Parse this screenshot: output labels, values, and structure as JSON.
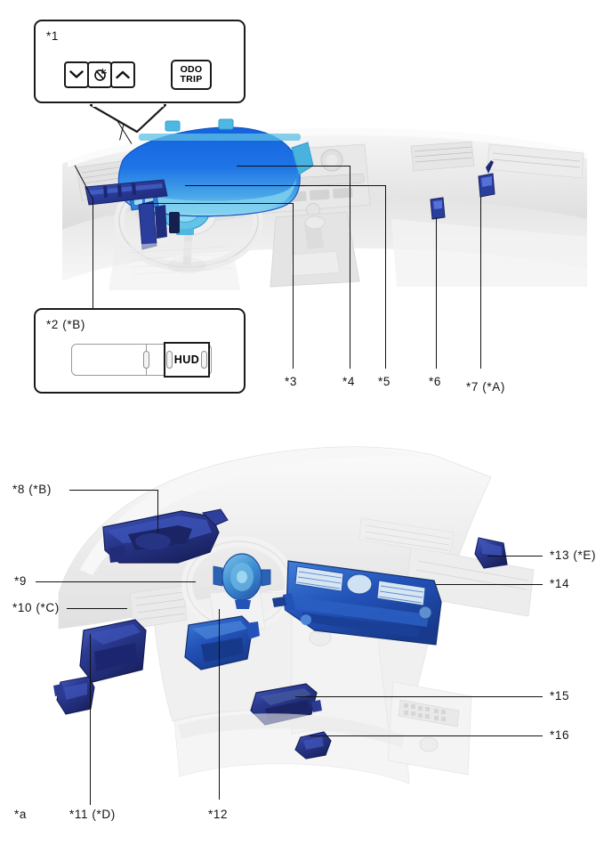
{
  "document": {
    "type": "automotive-service-diagram",
    "title": "Instrument panel component location diagram",
    "panels": 2
  },
  "colors": {
    "highlight_bright_blue": "#1d6fe0",
    "highlight_cyan": "#4fc3e8",
    "highlight_navy": "#2b3a8f",
    "highlight_mid_blue": "#2d56b5",
    "body_gray": "#e9e9e9",
    "outline": "#111111",
    "text": "#141414"
  },
  "callouts": [
    {
      "id": "callout-1",
      "tag": "*1",
      "kind": "meter-switch-detail",
      "buttons": [
        {
          "name": "down-arrow-button",
          "icon": "chevron-down-icon",
          "label": ""
        },
        {
          "name": "illumination-dimmer-button",
          "icon": "gauge-dimmer-icon",
          "label": ""
        },
        {
          "name": "up-arrow-button",
          "icon": "chevron-up-icon",
          "label": ""
        },
        {
          "name": "odo-trip-button",
          "icon": "",
          "label_line1": "ODO",
          "label_line2": "TRIP"
        }
      ]
    },
    {
      "id": "callout-2",
      "tag": "*2 (*B)",
      "kind": "hud-switch-detail",
      "switch_label": "HUD"
    }
  ],
  "panel_top": {
    "name": "instrument-panel-front-view",
    "labels": [
      {
        "id": "l3",
        "text": "*3"
      },
      {
        "id": "l4",
        "text": "*4"
      },
      {
        "id": "l5",
        "text": "*5"
      },
      {
        "id": "l6",
        "text": "*6"
      },
      {
        "id": "l7",
        "text": "*7 (*A)"
      }
    ]
  },
  "panel_bottom": {
    "name": "instrument-panel-exploded-view",
    "labels_left": [
      {
        "id": "l8",
        "text": "*8 (*B)"
      },
      {
        "id": "l9",
        "text": "*9"
      },
      {
        "id": "l10",
        "text": "*10 (*C)"
      }
    ],
    "labels_right": [
      {
        "id": "l13",
        "text": "*13 (*E)"
      },
      {
        "id": "l14",
        "text": "*14"
      },
      {
        "id": "l15",
        "text": "*15"
      },
      {
        "id": "l16",
        "text": "*16"
      }
    ],
    "labels_bottom": [
      {
        "id": "la",
        "text": "*a"
      },
      {
        "id": "l11",
        "text": "*11 (*D)"
      },
      {
        "id": "l12",
        "text": "*12"
      }
    ]
  }
}
